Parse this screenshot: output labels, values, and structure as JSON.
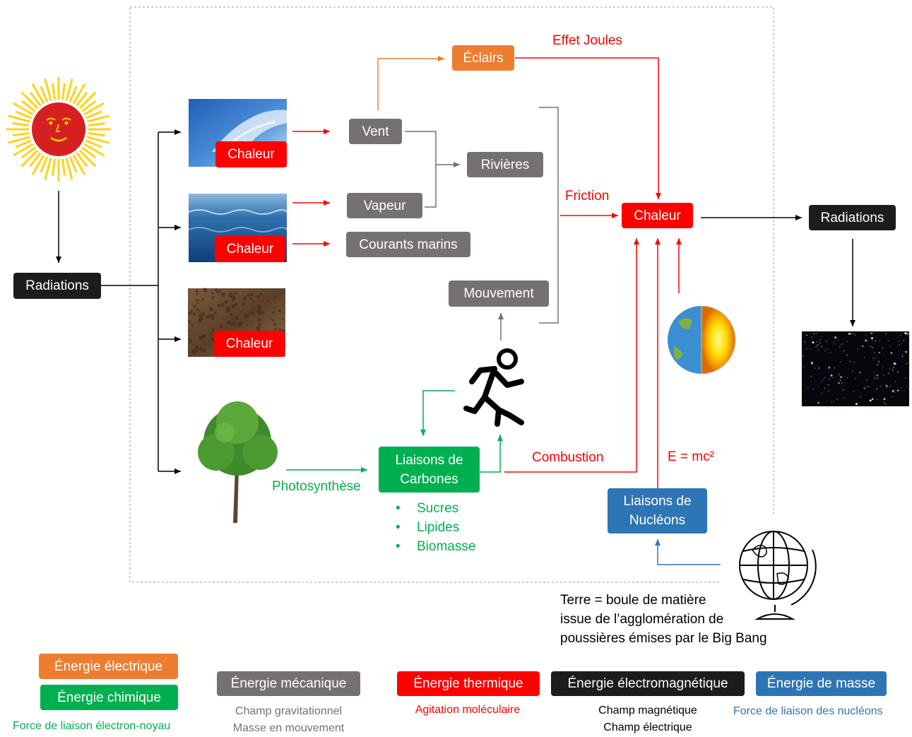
{
  "nodes": {
    "radiations_left": "Radiations",
    "chaleur_sky": "Chaleur",
    "chaleur_sea": "Chaleur",
    "chaleur_soil": "Chaleur",
    "vent": "Vent",
    "vapeur": "Vapeur",
    "courants_marins": "Courants marins",
    "rivieres": "Rivières",
    "mouvement": "Mouvement",
    "eclairs": "Éclairs",
    "chaleur_center": "Chaleur",
    "radiations_right": "Radiations",
    "liaisons_carbones_line1": "Liaisons de",
    "liaisons_carbones_line2": "Carbones",
    "liaisons_nucleons_line1": "Liaisons de",
    "liaisons_nucleons_line2": "Nucléons"
  },
  "edge_labels": {
    "effet_joules": "Effet Joules",
    "friction": "Friction",
    "combustion": "Combustion",
    "emc2": "E = mc²",
    "photosynthese": "Photosynthèse"
  },
  "carbon_items": [
    "Sucres",
    "Lipides",
    "Biomasse"
  ],
  "earth_note": [
    "Terre = boule de matière",
    "issue de l’agglomération de",
    "poussières émises par le Big Bang"
  ],
  "legend": {
    "electrique": "Énergie électrique",
    "chimique": "Énergie chimique",
    "chimique_sub": "Force de liaison électron-noyau",
    "mecanique": "Énergie mécanique",
    "mecanique_sub1": "Champ gravitationnel",
    "mecanique_sub2": "Masse en mouvement",
    "thermique": "Énergie thermique",
    "thermique_sub": "Agitation moléculaire",
    "electromagnetique": "Énergie électromagnétique",
    "electromagnetique_sub1": "Champ magnétique",
    "electromagnetique_sub2": "Champ électrique",
    "masse": "Énergie de masse",
    "masse_sub": "Force de liaison des nucléons"
  },
  "images": {
    "sun": "sun-icon",
    "sky": "sky-photo",
    "sea": "sea-photo",
    "soil": "soil-photo",
    "tree": "tree-icon",
    "runner": "running-person-icon",
    "earth_core": "earth-core-icon",
    "globe": "globe-icon",
    "space": "starfield-photo"
  },
  "colors": {
    "electrique": "#ed7d31",
    "chimique": "#00b050",
    "mecanique": "#767171",
    "thermique": "#ff0000",
    "electromagnetique": "#1c1c1c",
    "masse": "#2e75b6"
  }
}
